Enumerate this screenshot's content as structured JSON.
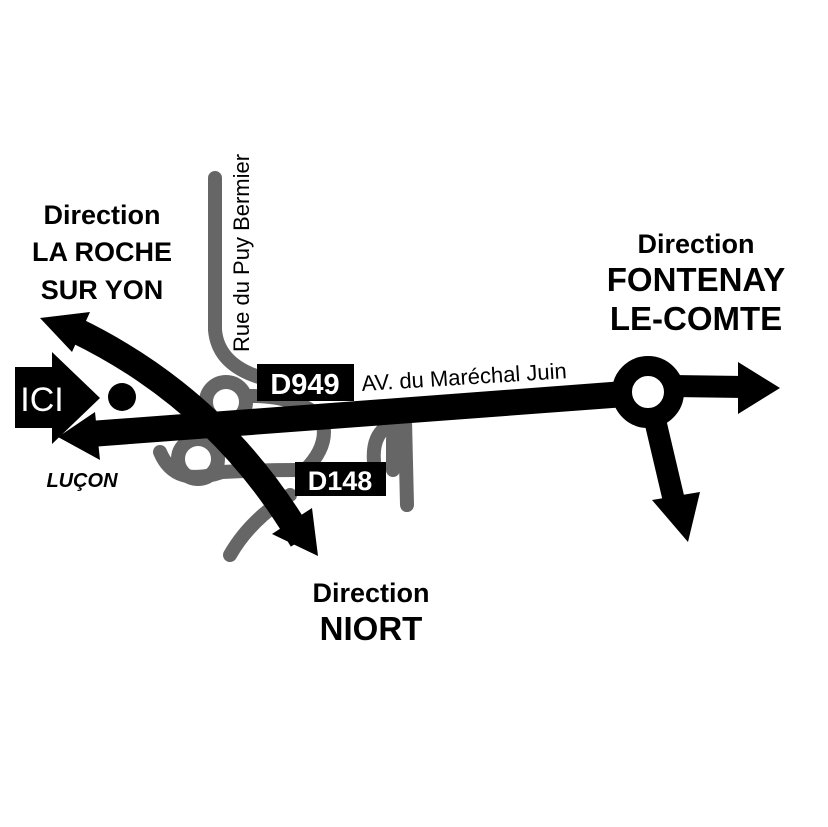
{
  "directions": {
    "la_roche": {
      "line1": "Direction",
      "line2": "LA ROCHE",
      "line3": "SUR YON"
    },
    "fontenay": {
      "line1": "Direction",
      "line2": "FONTENAY",
      "line3": "LE-COMTE"
    },
    "niort": {
      "line1": "Direction",
      "line2": "NIORT"
    },
    "lucon": "LUÇON"
  },
  "here_marker": "ICI",
  "roads": {
    "rue": "Rue du Puy Bermier",
    "d949": "D949",
    "avenue": "AV. du Maréchal Juin",
    "d148": "D148"
  },
  "colors": {
    "main_road": "#000000",
    "secondary_road": "#666666"
  }
}
